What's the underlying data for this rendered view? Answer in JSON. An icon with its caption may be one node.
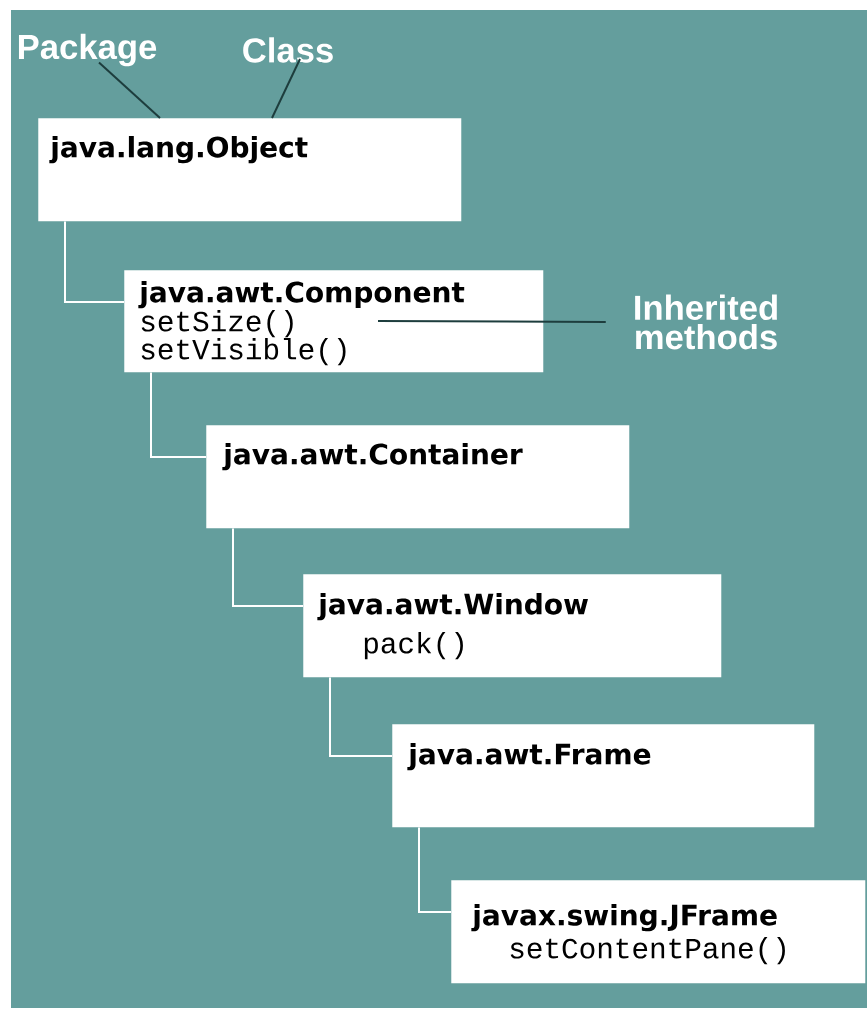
{
  "diagram": {
    "nodes": [
      {
        "text": [
          "Package"
        ]
      },
      {
        "text": [
          "Class"
        ]
      },
      {
        "text": [
          "java.lang.Object"
        ]
      },
      {
        "text": [
          "java.awt.Component",
          "setSize()",
          "setVisible()"
        ]
      },
      {
        "text": [
          "Inherited methods"
        ]
      },
      {
        "text": [
          "java.awt.Container"
        ]
      },
      {
        "text": [
          "java.awt.Window",
          "pack()"
        ]
      },
      {
        "text": [
          "java.awt.Frame"
        ]
      },
      {
        "text": [
          "javax.swing.JFrame",
          "setContentPane()"
        ]
      }
    ],
    "edges": [
      {
        "from": 0,
        "to": 2,
        "arrow": "none",
        "color": "#1d3d3d"
      },
      {
        "from": 1,
        "to": 2,
        "arrow": "none",
        "color": "#1d3d3d"
      },
      {
        "from": 4,
        "to": 3,
        "arrow": "none",
        "color": "#1d3d3d"
      },
      {
        "from": 2,
        "to": 3,
        "arrow": "none"
      },
      {
        "from": 3,
        "to": 5,
        "arrow": "none"
      },
      {
        "from": 5,
        "to": 6,
        "arrow": "none"
      },
      {
        "from": 6,
        "to": 7,
        "arrow": "none"
      },
      {
        "from": 7,
        "to": 8,
        "arrow": "none"
      }
    ]
  }
}
